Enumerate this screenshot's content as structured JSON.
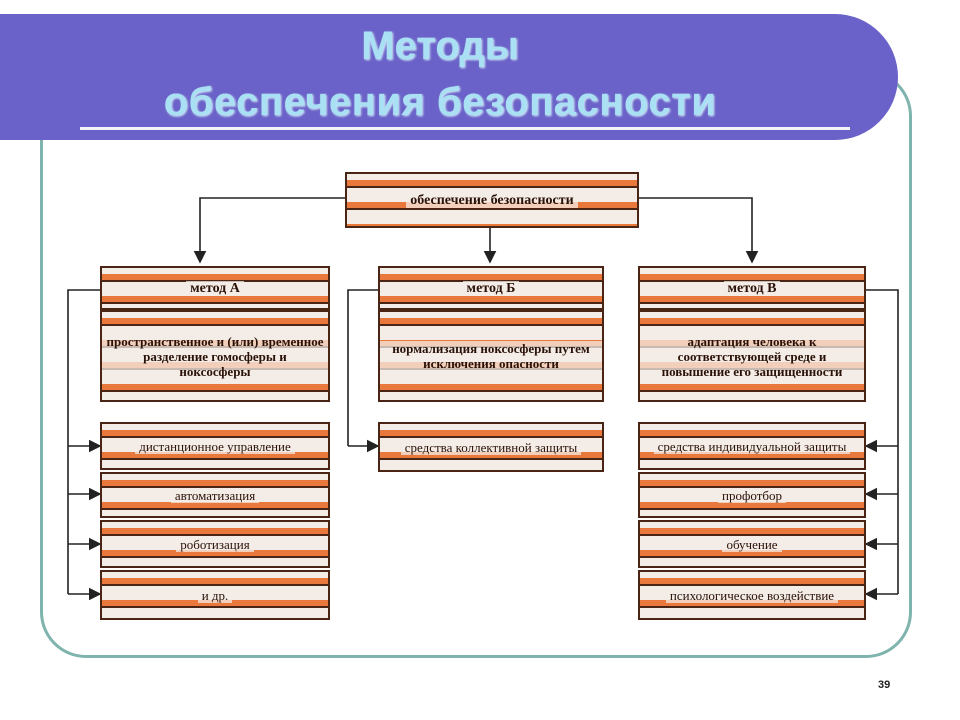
{
  "title": {
    "line1": "Методы",
    "line2": "обеспечения безопасности"
  },
  "diagram": {
    "root": "обеспечение безопасности",
    "methods": [
      {
        "name": "метод А",
        "desc": "пространственное и (или) временное разделение гомосферы и ноксосферы",
        "items": [
          "дистанционное управление",
          "автоматизация",
          "роботизация",
          "и др."
        ]
      },
      {
        "name": "метод Б",
        "desc": "нормализация ноксосферы путем исключения опасности",
        "items": [
          "средства коллективной защиты"
        ]
      },
      {
        "name": "метод В",
        "desc": "адаптация человека к соответствующей среде и повышение его защищенности",
        "items": [
          "средства индивидуальной защиты",
          "профотбор",
          "обучение",
          "психологическое воздействие"
        ]
      }
    ]
  },
  "page_number": "39"
}
